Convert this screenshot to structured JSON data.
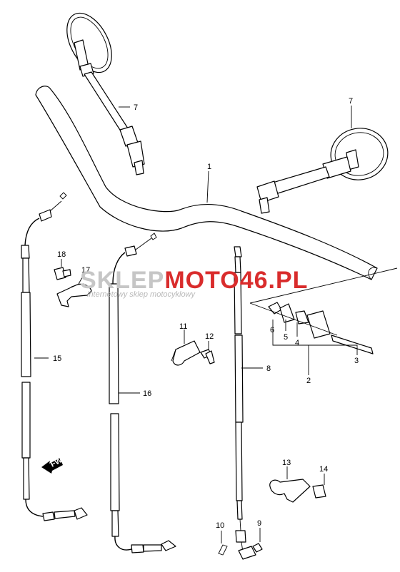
{
  "watermark": {
    "brand_left": "SKLEP",
    "brand_right": "MOTO46.PL",
    "tagline": "internetowy sklep motocyklowy",
    "color_gray": "#c6c6c6",
    "color_red": "#d92c2c"
  },
  "fwd_label": "FWD",
  "callouts": [
    {
      "id": "c1",
      "text": "1"
    },
    {
      "id": "c2",
      "text": "2"
    },
    {
      "id": "c3",
      "text": "3"
    },
    {
      "id": "c4",
      "text": "4"
    },
    {
      "id": "c5",
      "text": "5"
    },
    {
      "id": "c6",
      "text": "6"
    },
    {
      "id": "c7a",
      "text": "7"
    },
    {
      "id": "c7b",
      "text": "7"
    },
    {
      "id": "c8",
      "text": "8"
    },
    {
      "id": "c9",
      "text": "9"
    },
    {
      "id": "c10",
      "text": "10"
    },
    {
      "id": "c11",
      "text": "11"
    },
    {
      "id": "c12",
      "text": "12"
    },
    {
      "id": "c13",
      "text": "13"
    },
    {
      "id": "c14",
      "text": "14"
    },
    {
      "id": "c15",
      "text": "15"
    },
    {
      "id": "c16",
      "text": "16"
    },
    {
      "id": "c17",
      "text": "17"
    },
    {
      "id": "c18",
      "text": "18"
    }
  ]
}
